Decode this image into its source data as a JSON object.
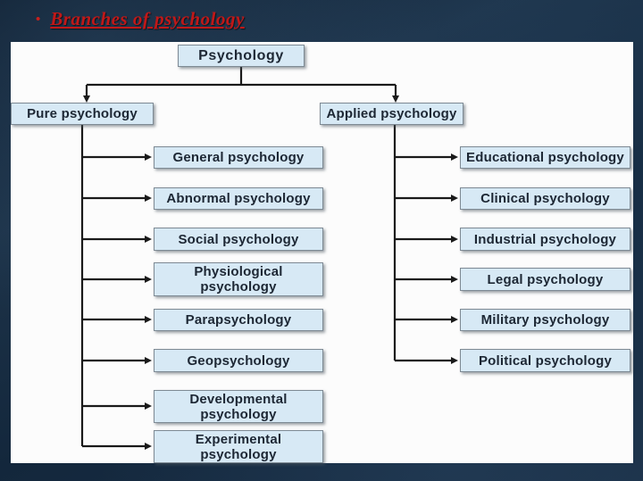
{
  "slide": {
    "bullet": "•",
    "title": "Branches of psychology",
    "title_color": "#c01818"
  },
  "diagram": {
    "root": "Psychology",
    "branches": [
      {
        "label": "Pure psychology",
        "children": [
          "General psychology",
          "Abnormal psychology",
          "Social psychology",
          "Physiological psychology",
          "Parapsychology",
          "Geopsychology",
          "Developmental psychology",
          "Experimental psychology"
        ]
      },
      {
        "label": "Applied psychology",
        "children": [
          "Educational psychology",
          "Clinical psychology",
          "Industrial psychology",
          "Legal psychology",
          "Military psychology",
          "Political psychology"
        ]
      }
    ],
    "colors": {
      "box_fill": "#d7e9f5",
      "box_border": "#7e8a94",
      "line": "#1a1a1a",
      "panel": "#fcfcfc",
      "background": "#13273c"
    }
  }
}
